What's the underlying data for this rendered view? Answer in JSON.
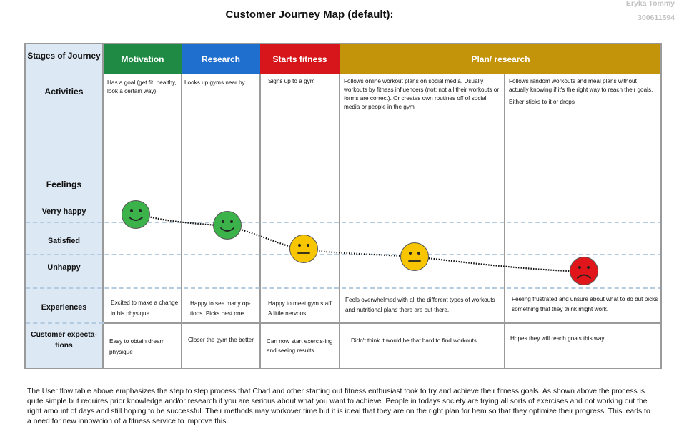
{
  "header": {
    "title": "Customer Journey Map (default):",
    "author_name": "Eryka Tommy",
    "author_id": "300611594"
  },
  "row_labels": {
    "stages": "Stages of Journey",
    "activities": "Activities",
    "feelings": "Feelings",
    "very_happy": "Verry happy",
    "satisfied": "Satisfied",
    "unhappy": "Unhappy",
    "experiences": "Experiences",
    "expectations_line1": "Customer expecta-",
    "expectations_line2": "tions"
  },
  "stages": [
    {
      "label": "Motivation",
      "color": "#1e8a44"
    },
    {
      "label": "Research",
      "color": "#1f6fcf"
    },
    {
      "label": "Starts fitness",
      "color": "#d6161b"
    },
    {
      "label": "Plan/ research",
      "color": "#c3940a"
    }
  ],
  "columns": [
    {
      "activity": "Has a goal (get fit, healthy, look a certain way)",
      "feeling": "very happy",
      "experience": "Excited to make a change in his physique",
      "expectation": "Easy to obtain dream physique"
    },
    {
      "activity": "Looks up gyms near by",
      "feeling": "very happy",
      "experience": "Happy to see many op-tions. Picks best one",
      "expectation": "Closer the gym the better."
    },
    {
      "activity": "Signs up to a gym",
      "feeling": "neutral",
      "experience": "Happy to meet gym staff.. A little nervous.",
      "expectation": "Can now start exercis-ing and seeing results."
    },
    {
      "activity": "Follows online workout plans on social media. Usually workouts by fitness influencers (not: not all their workouts or forms are correct). Or creates own routines off of social media or people in the gym",
      "feeling": "neutral",
      "experience": "Feels overwhelmed with all the different types of workouts and nutritional plans there are out there.",
      "expectation": "Didn't think it would be that hard to find workouts."
    },
    {
      "activity": "Follows random workouts and meal plans without actually knowing if it's the right way to reach their goals.",
      "activity_extra": "Either sticks to it or drops",
      "feeling": "unhappy",
      "experience": "Feeling frustrated and unsure about what to do but picks something that they think might work.",
      "expectation": "Hopes they will reach goals this way."
    }
  ],
  "face_colors": {
    "happy": "#3bb34a",
    "neutral": "#f7c600",
    "unhappy": "#e0161b"
  },
  "description": "The User flow table above emphasizes the step to step process that Chad and other starting out fitness enthusiast took to try and achieve their fitness goals. As shown above the process is quite simple but requires prior knowledge and/or research if you are serious about what you want to achieve. People in todays society are trying all sorts of exercises and not working out the right amount of days and still hoping to be successful. Their methods may workover time but it is ideal that they are on the right plan for hem so that  they optimize their progress. This leads to a need for new innovation of a fitness service to improve this."
}
